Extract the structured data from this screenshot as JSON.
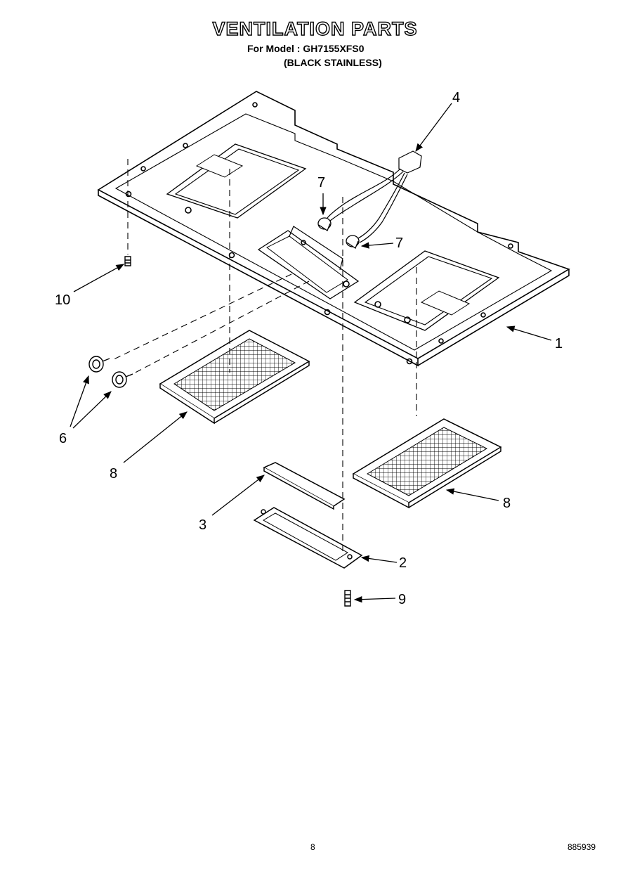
{
  "header": {
    "title": "VENTILATION PARTS",
    "model_line": "For Model : GH7155XFS0",
    "finish_line": "(BLACK STAINLESS)"
  },
  "callouts": [
    {
      "id": "c1",
      "label": "1"
    },
    {
      "id": "c2",
      "label": "2"
    },
    {
      "id": "c3",
      "label": "3"
    },
    {
      "id": "c4",
      "label": "4"
    },
    {
      "id": "c6",
      "label": "6"
    },
    {
      "id": "c7a",
      "label": "7"
    },
    {
      "id": "c7b",
      "label": "7"
    },
    {
      "id": "c8a",
      "label": "8"
    },
    {
      "id": "c8b",
      "label": "8"
    },
    {
      "id": "c9",
      "label": "9"
    },
    {
      "id": "c10",
      "label": "10"
    }
  ],
  "footer": {
    "page_number": "8",
    "doc_code": "885939"
  }
}
